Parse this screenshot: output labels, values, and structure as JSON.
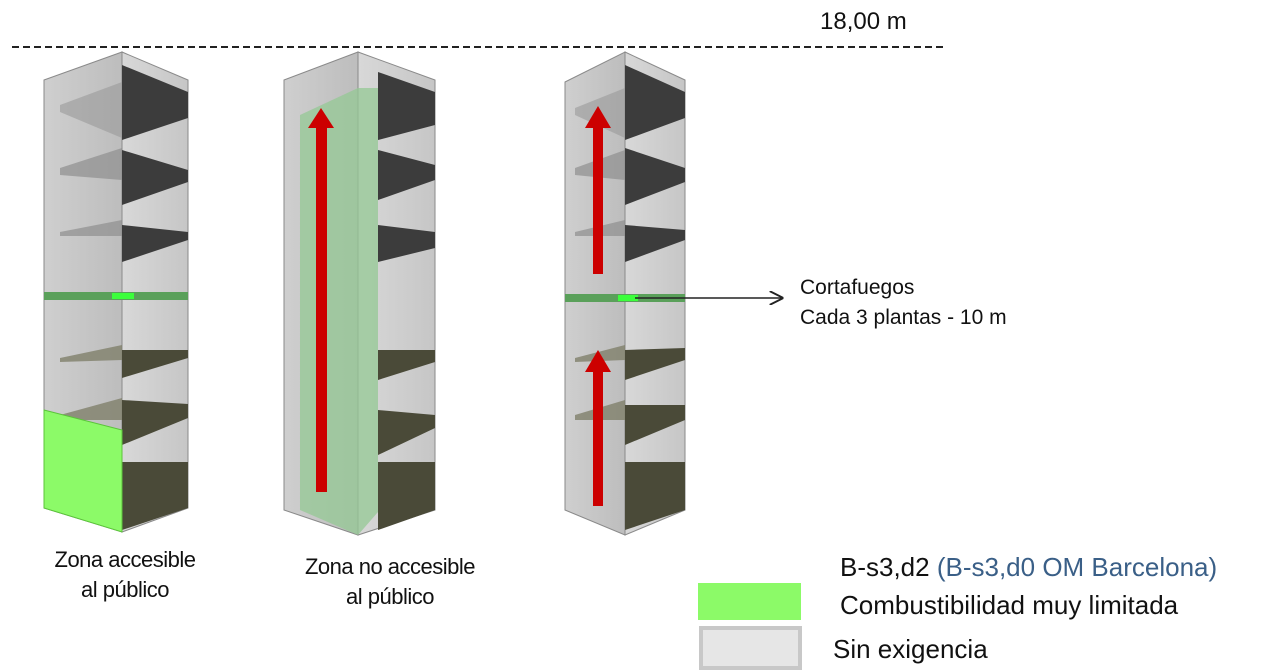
{
  "height_label": "18,00 m",
  "firewall": {
    "line1": "Cortafuegos",
    "line2": "Cada 3 plantas - 10 m"
  },
  "towers": [
    {
      "caption_line1": "Zona accesible",
      "caption_line2": "al público"
    },
    {
      "caption_line1": "Zona no accesible",
      "caption_line2": "al público"
    },
    {
      "caption_line1": "",
      "caption_line2": ""
    }
  ],
  "legend": {
    "item1_main": "B-s3,d2",
    "item1_alt": "(B-s3,d0 OM Barcelona)",
    "item2": "Combustibilidad muy limitada",
    "item3": "Sin exigencia",
    "green_color": "#8cfa68",
    "grey_color": "#e6e6e6"
  },
  "colors": {
    "arrow": "#cc0000",
    "green_zone": "#8cfa68",
    "translucent_green": "#94c894"
  }
}
